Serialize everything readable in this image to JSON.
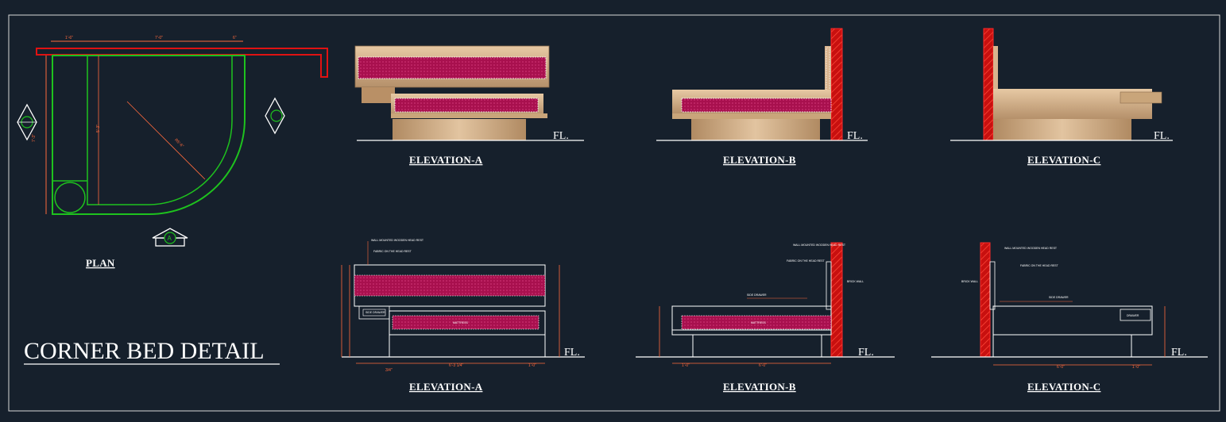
{
  "drawing": {
    "title": "CORNER BED DETAIL",
    "plan_label": "PLAN",
    "plan_marker": "A",
    "floor_label": "FL.",
    "top_elevations": [
      "ELEVATION-A",
      "ELEVATION-B",
      "ELEVATION-C"
    ],
    "bottom_elevations": [
      "ELEVATION-A",
      "ELEVATION-B",
      "ELEVATION-C"
    ],
    "notes": {
      "wall_mounted": "WALL MOUNTED WOODEN HEAD REST",
      "fabric": "FABRIC ON THE HEAD REST",
      "side_drawer": "SIDE DRAWER",
      "drawer": "DRAWER",
      "mattress": "MATTRESS",
      "brick_wall": "BRICK WALL"
    },
    "colors": {
      "background": "#16202c",
      "plan_lines": "#1ec21e",
      "dimension": "#ff6a3d",
      "wall": "#e01212",
      "mattress": "#a8104e",
      "wood": "#c9a57a"
    }
  }
}
